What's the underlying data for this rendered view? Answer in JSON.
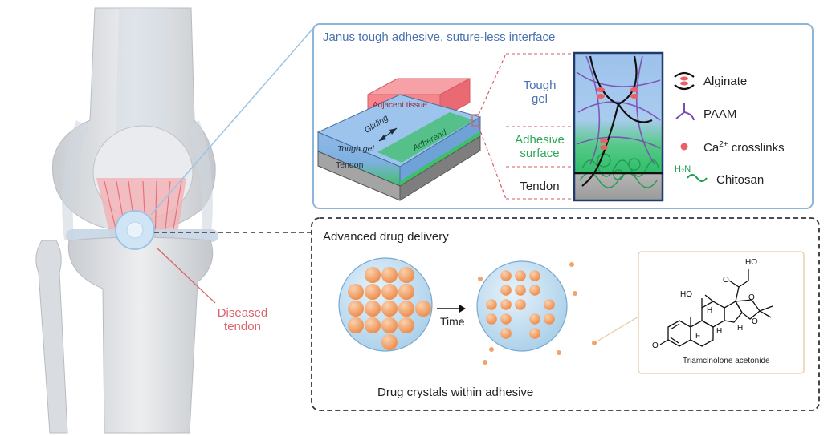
{
  "top_panel": {
    "title": "Janus tough adhesive, suture-less interface",
    "block_labels": {
      "adjacent_tissue": "Adjacent tissue",
      "gliding": "Gliding",
      "tough_gel": "Tough gel",
      "adherend": "Adherend",
      "tendon": "Tendon"
    },
    "layer_labels": {
      "tough_gel": [
        "Tough",
        "gel"
      ],
      "adhesive_surface": [
        "Adhesive",
        "surface"
      ],
      "tendon": "Tendon"
    },
    "legend": [
      {
        "label": "Alginate",
        "icon": "alginate-icon"
      },
      {
        "label": "PAAM",
        "icon": "paam-icon"
      },
      {
        "label": "Ca",
        "sup": "2+",
        "suffix": " crosslinks",
        "icon": "calcium-dot-icon"
      },
      {
        "label": "Chitosan",
        "icon": "chitosan-icon",
        "glyph_text": "H₂N"
      }
    ]
  },
  "bottom_panel": {
    "title": "Advanced drug delivery",
    "time_label": "Time",
    "caption": "Drug crystals within adhesive",
    "molecule_name": "Triamcinolone acetonide",
    "molecule_atoms": [
      "HO",
      "HO",
      "O",
      "O",
      "O",
      "O",
      "H",
      "H",
      "H",
      "F"
    ]
  },
  "knee": {
    "diseased_label": [
      "Diseased",
      "tendon"
    ]
  },
  "colors": {
    "panel_blue": "#8eb6da",
    "gel_blue": "#7fb0e0",
    "tissue_pink": "#f4868c",
    "adhesive_green": "#3fbf6a",
    "tendon_gray": "#a4a4a4",
    "drug_orange": "#f3a36a",
    "paam_purple": "#7a4bb5",
    "calcium_red": "#ec5f66",
    "label_red": "#d9646c",
    "label_blue": "#4a72b0"
  }
}
